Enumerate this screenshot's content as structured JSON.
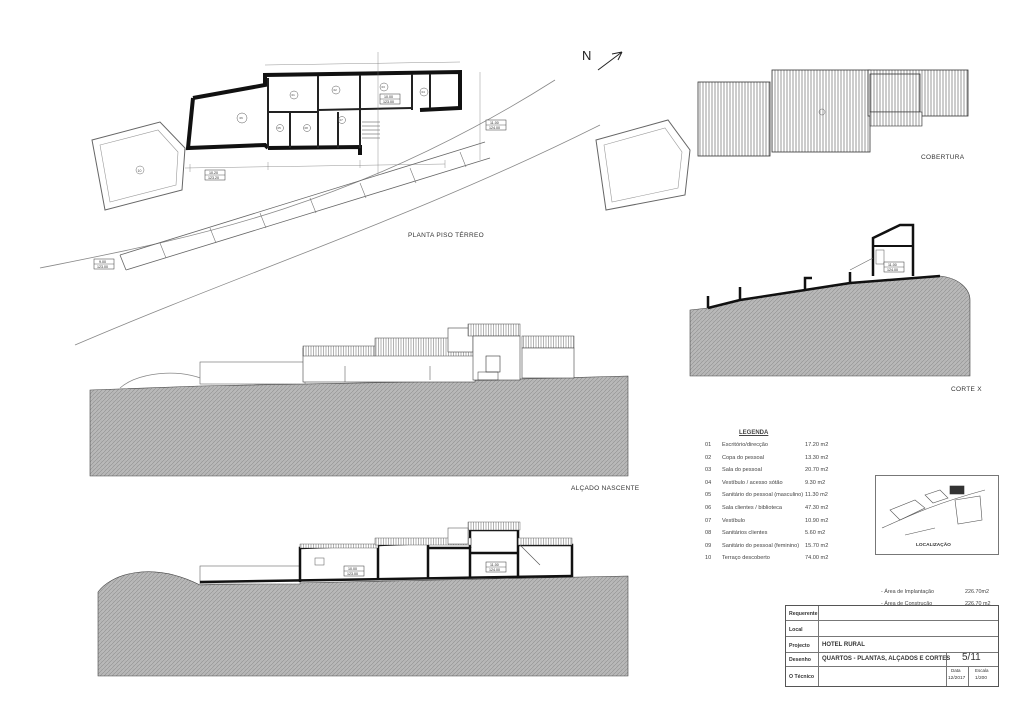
{
  "north_label": "N",
  "views": {
    "ground_floor": "PLANTA PISO TÉRREO",
    "roof": "COBERTURA",
    "section": "CORTE X",
    "elevation": "ALÇADO NASCENTE"
  },
  "plan_tags": {
    "t1_top": "10.20",
    "t1_bot": "123.20",
    "t2_top": "11.00",
    "t2_bot": "124.00",
    "t3_top": "9.00",
    "t3_bot": "123.00",
    "t4_top": "10.00",
    "t4_bot": "123.00"
  },
  "section_tags": {
    "s1_top": "11.00",
    "s1_bot": "124.00",
    "s2_top": "10.00",
    "s2_bot": "123.00",
    "s3_top": "11.00",
    "s3_bot": "124.00"
  },
  "legend": {
    "title": "LEGENDA",
    "items": [
      {
        "n": "01",
        "desc": "Escritório/direcção",
        "area": "17.20 m2"
      },
      {
        "n": "02",
        "desc": "Copa do pessoal",
        "area": "13.30 m2"
      },
      {
        "n": "03",
        "desc": "Sala do pessoal",
        "area": "20.70 m2"
      },
      {
        "n": "04",
        "desc": "Vestíbulo / acesso sótão",
        "area": "9.30 m2"
      },
      {
        "n": "05",
        "desc": "Sanitário do pessoal (masculino)",
        "area": "11.30 m2"
      },
      {
        "n": "06",
        "desc": "Sala clientes / biblioteca",
        "area": "47.30 m2"
      },
      {
        "n": "07",
        "desc": "Vestíbulo",
        "area": "10.90 m2"
      },
      {
        "n": "08",
        "desc": "Sanitários clientes",
        "area": "5.60 m2"
      },
      {
        "n": "09",
        "desc": "Sanitário do pessoal (feminino)",
        "area": "15.70 m2"
      },
      {
        "n": "10",
        "desc": "Terraço descoberto",
        "area": "74.00 m2"
      }
    ]
  },
  "location_label": "LOCALIZAÇÃO",
  "areas": {
    "implantation_label": "- Área de Implantação",
    "implantation_value": "226.70m2",
    "construction_label": "- Área de Construção",
    "construction_value": "226.70 m2"
  },
  "title_block": {
    "requerente_label": "Requerente",
    "requerente_value": "",
    "local_label": "Local",
    "local_value": "",
    "projecto_label": "Projecto",
    "projecto_value": "HOTEL RURAL",
    "desenho_label": "Desenho",
    "desenho_value": "QUARTOS - PLANTAS, ALÇADOS E CORTES",
    "sheet_number": "5/11",
    "tecnico_label": "O Técnico",
    "data_label": "Data",
    "data_value": "12/2017",
    "escala_label": "Escala",
    "escala_value": "1/200"
  }
}
